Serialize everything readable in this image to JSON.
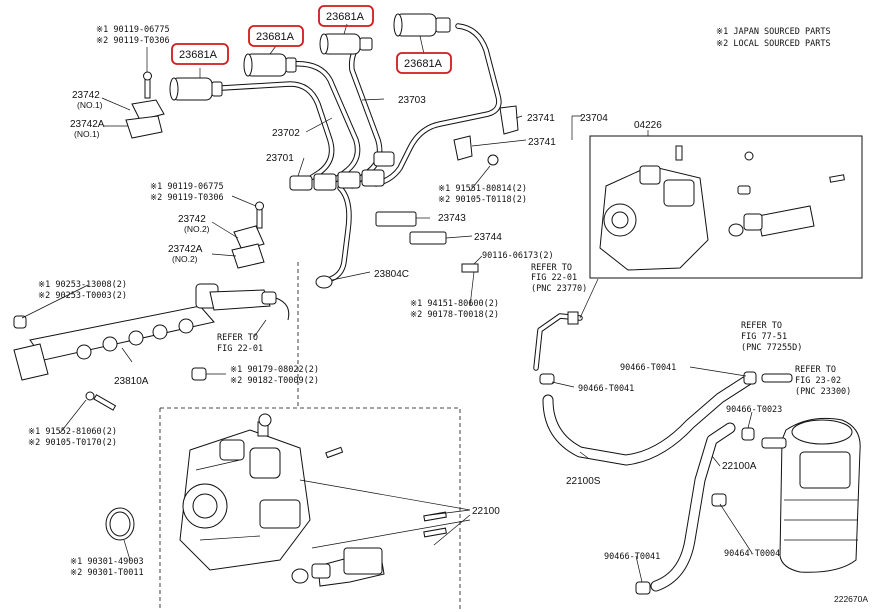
{
  "legend": {
    "japan": "※1 JAPAN SOURCED PARTS",
    "local": "※2 LOCAL SOURCED PARTS"
  },
  "figure_code": "222670A",
  "highlighted_labels": [
    "23681A",
    "23681A",
    "23681A",
    "23681A"
  ],
  "labels": {
    "p90119_06775_a": "※1 90119-06775",
    "p90119_T0306_a": "※2 90119-T0306",
    "p23742_a": "23742",
    "p23742_a_sub": "(NO.1)",
    "p23742A_a": "23742A",
    "p23742A_a_sub": "(NO.1)",
    "p23703": "23703",
    "p23702": "23702",
    "p23701": "23701",
    "p23741_a": "23741",
    "p23741_b": "23741",
    "p23704": "23704",
    "p04226": "04226",
    "p91551_80814": "※1 91551-80814(2)",
    "p90105_T0118": "※2 90105-T0118(2)",
    "p90119_06775_b": "※1 90119-06775",
    "p90119_T0306_b": "※2 90119-T0306",
    "p23743": "23743",
    "p23742_b": "23742",
    "p23742_b_sub": "(NO.2)",
    "p23744": "23744",
    "p23742A_b": "23742A",
    "p23742A_b_sub": "(NO.2)",
    "p90116_06173": "90116-06173(2)",
    "p23804C": "23804C",
    "p90253_13008": "※1 90253-13008(2)",
    "p90253_T0003": "※2 90253-T0003(2)",
    "p94151_80600": "※1 94151-80600(2)",
    "p90178_T0018": "※2 90178-T0018(2)",
    "refer_2201_a": "REFER TO",
    "refer_2201_b": "FIG 22-01",
    "refer_2201_c": "(PNC 23770)",
    "refer_2201_side_a": "REFER TO",
    "refer_2201_side_b": "FIG 22-01",
    "p23810A": "23810A",
    "p90179_08022": "※1 90179-08022(2)",
    "p90182_T0009": "※2 90182-T0009(2)",
    "p90466_T0041_a": "90466-T0041",
    "p90466_T0041_b": "90466-T0041",
    "p90466_T0041_c": "90466-T0041",
    "refer_7751_a": "REFER TO",
    "refer_7751_b": "FIG 77-51",
    "refer_7751_c": "(PNC 77255D)",
    "refer_2302_a": "REFER TO",
    "refer_2302_b": "FIG 23-02",
    "refer_2302_c": "(PNC 23300)",
    "p90466_T0023": "90466-T0023",
    "p91552_81060": "※1 91552-81060(2)",
    "p90105_T0170": "※2 90105-T0170(2)",
    "p22100S": "22100S",
    "p22100A": "22100A",
    "p22100": "22100",
    "p90301_49003": "※1 90301-49003",
    "p90301_T0011": "※2 90301-T0011",
    "p90464_T0004": "90464-T0004"
  }
}
